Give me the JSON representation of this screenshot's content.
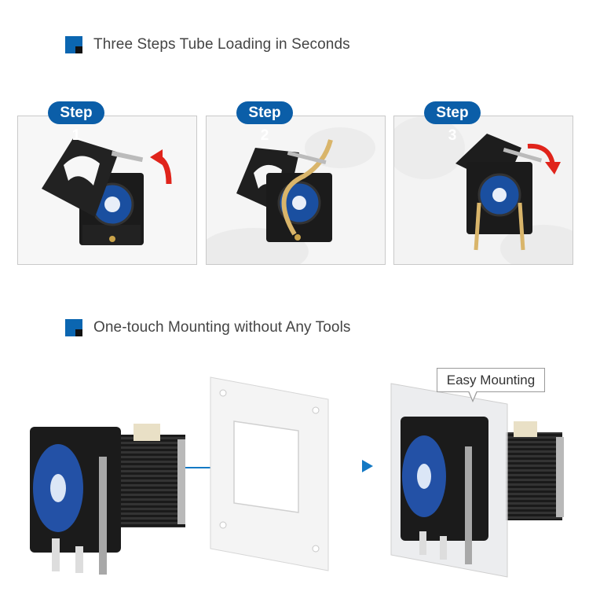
{
  "section1": {
    "title": "Three Steps Tube Loading in Seconds"
  },
  "steps": [
    {
      "label": "Step 1"
    },
    {
      "label": "Step 2"
    },
    {
      "label": "Step 3"
    }
  ],
  "section2": {
    "title": "One-touch Mounting without Any Tools"
  },
  "mounting": {
    "callout": "Easy Mounting"
  },
  "colors": {
    "brand_blue": "#0b66b1",
    "badge_blue": "#0b5ea8",
    "arrow_red": "#e0241b",
    "arrow_blue": "#1479c4"
  }
}
